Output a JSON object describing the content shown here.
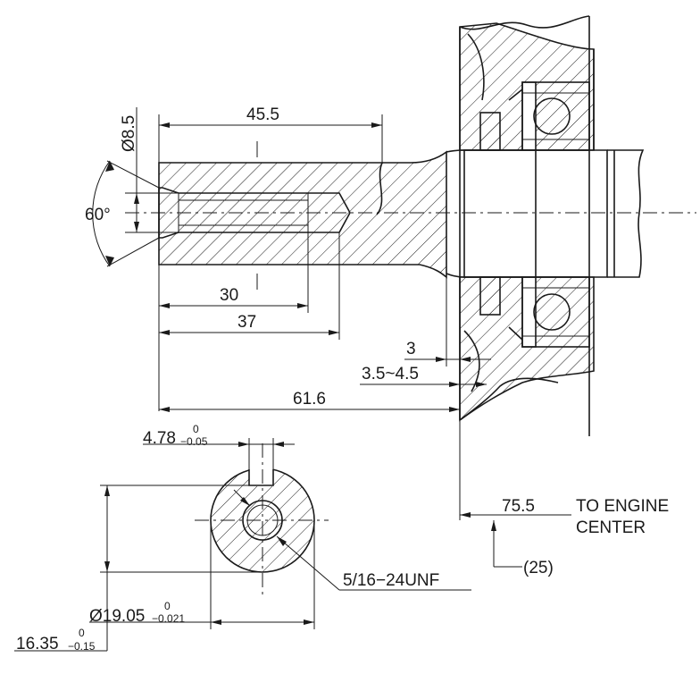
{
  "dimensions": {
    "length_45_5": "45.5",
    "dia_8_5": "Ø8.5",
    "angle_60": "60°",
    "length_30": "30",
    "length_37": "37",
    "length_3": "3",
    "range_3_5_4_5": "3.5~4.5",
    "length_61_6": "61.6",
    "length_75_5": "75.5",
    "note_to_engine": "TO ENGINE",
    "note_center": "CENTER",
    "ref_25": "(25)",
    "key_width": "4.78",
    "key_upper_tol": "0",
    "key_lower_tol": "−0.05",
    "thread": "5/16−24UNF",
    "shaft_dia": "Ø19.05",
    "shaft_dia_upper_tol": "0",
    "shaft_dia_lower_tol": "−0.021",
    "key_depth": "16.35",
    "key_depth_upper_tol": "0",
    "key_depth_lower_tol": "−0.15"
  }
}
